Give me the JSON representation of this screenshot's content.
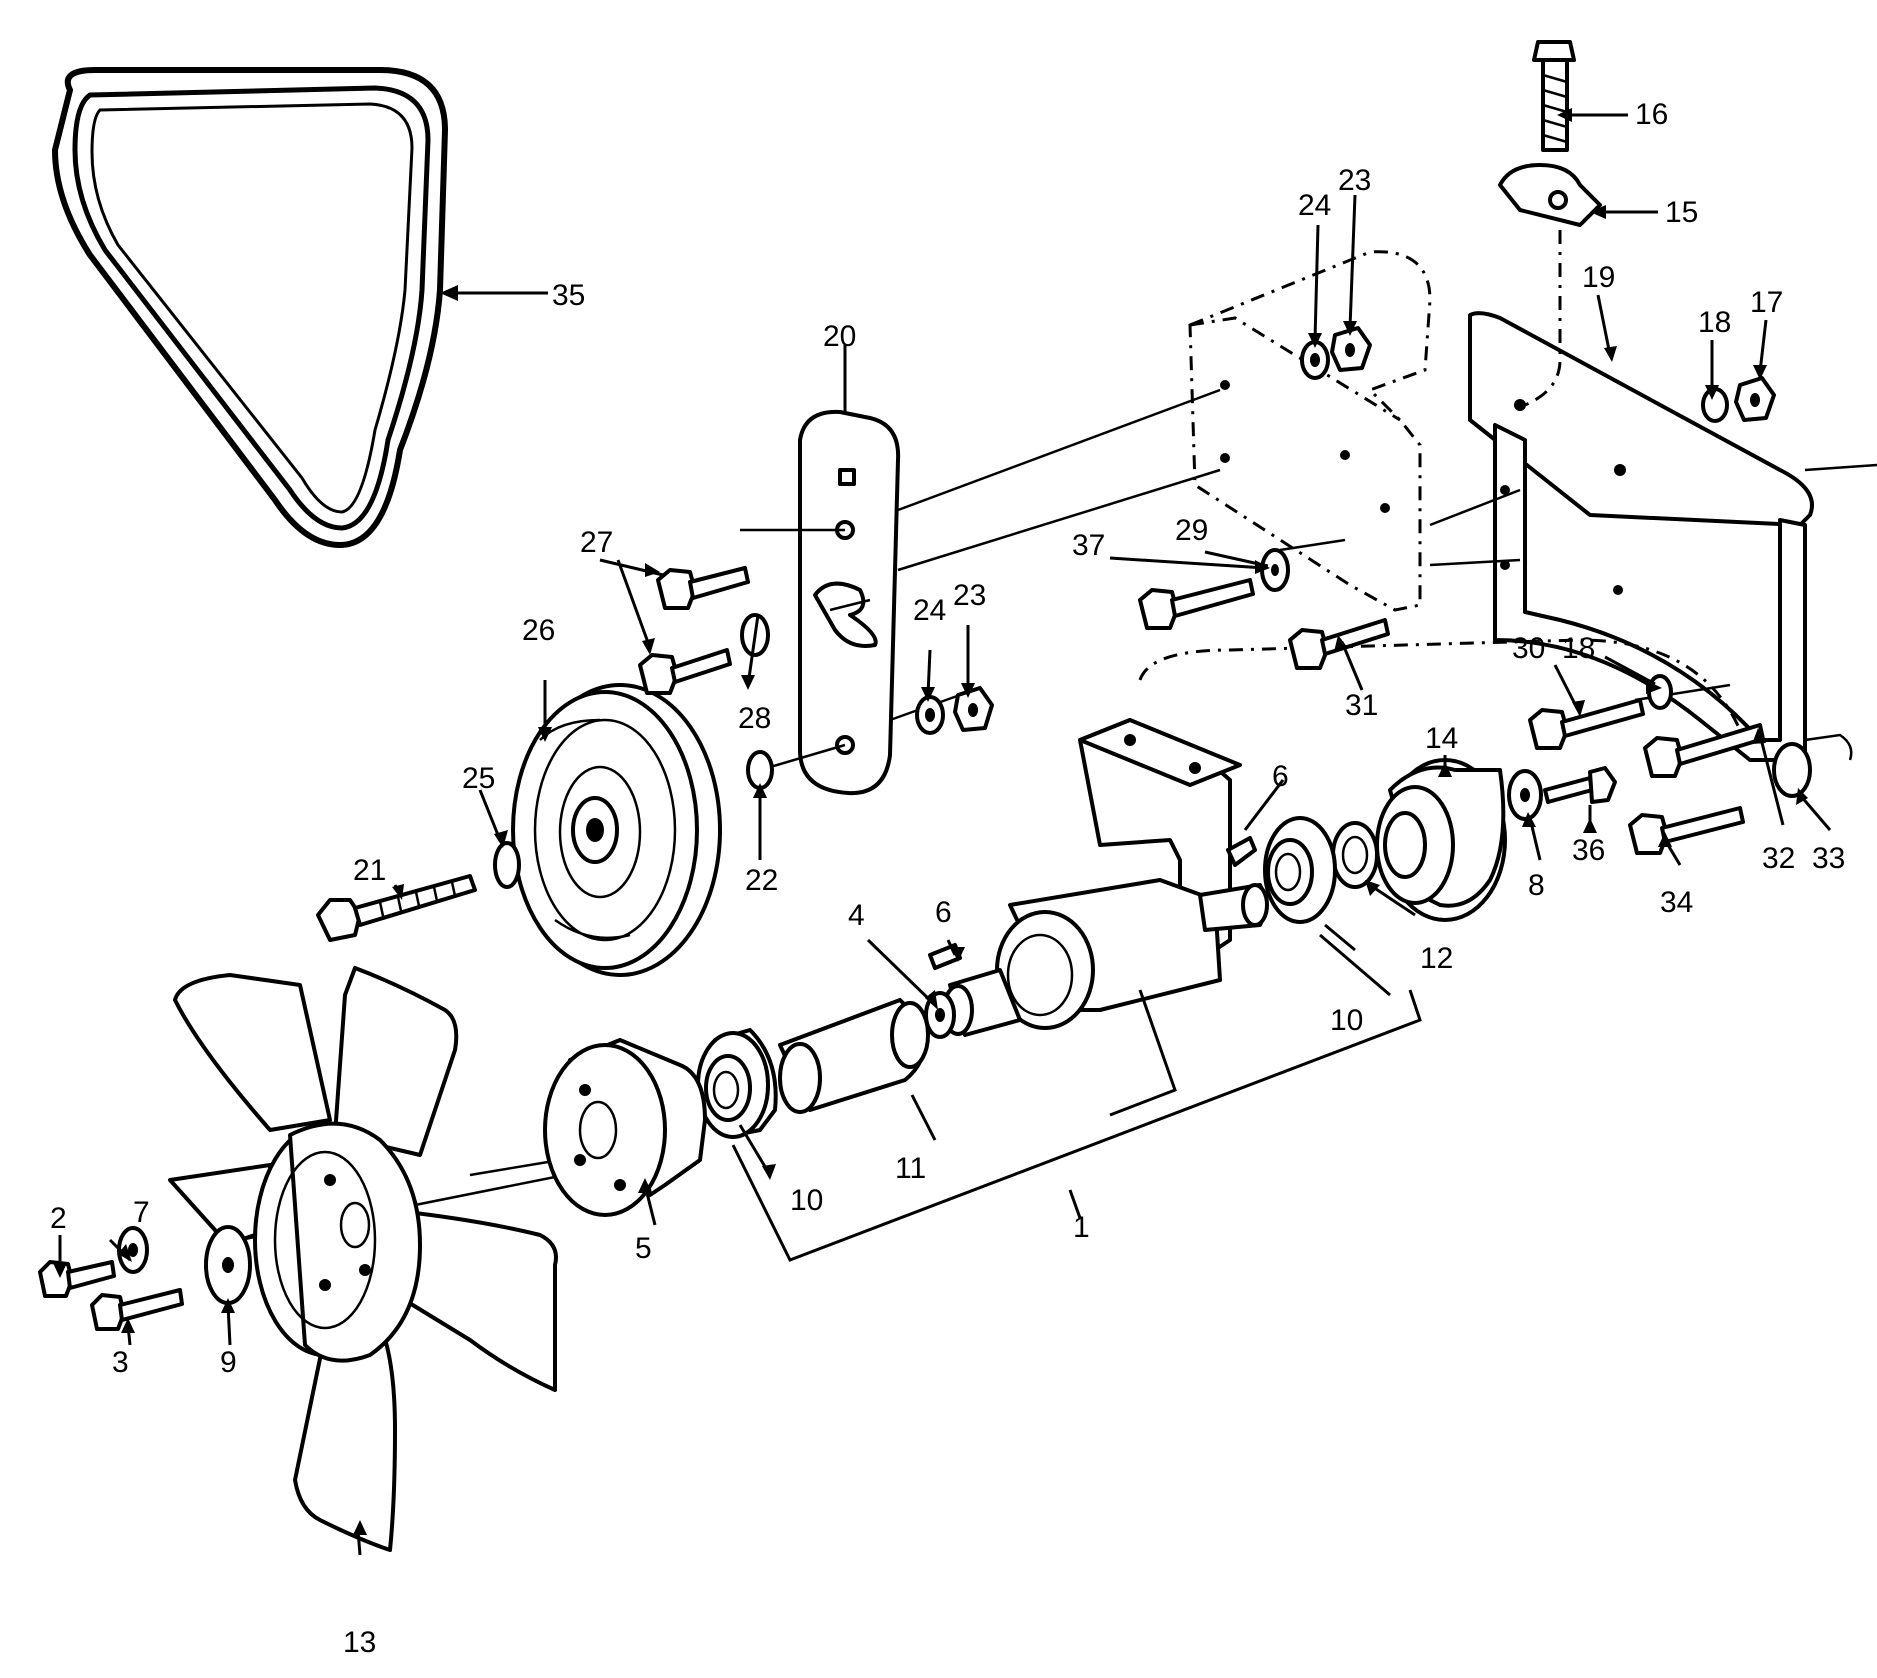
{
  "diagram": {
    "callouts": [
      {
        "id": "c1",
        "text": "1"
      },
      {
        "id": "c2",
        "text": "2"
      },
      {
        "id": "c3",
        "text": "3"
      },
      {
        "id": "c4",
        "text": "4"
      },
      {
        "id": "c5",
        "text": "5"
      },
      {
        "id": "c6a",
        "text": "6"
      },
      {
        "id": "c6b",
        "text": "6"
      },
      {
        "id": "c7",
        "text": "7"
      },
      {
        "id": "c8",
        "text": "8"
      },
      {
        "id": "c9",
        "text": "9"
      },
      {
        "id": "c10a",
        "text": "10"
      },
      {
        "id": "c10b",
        "text": "10"
      },
      {
        "id": "c11",
        "text": "11"
      },
      {
        "id": "c12",
        "text": "12"
      },
      {
        "id": "c13",
        "text": "13"
      },
      {
        "id": "c14",
        "text": "14"
      },
      {
        "id": "c15",
        "text": "15"
      },
      {
        "id": "c16",
        "text": "16"
      },
      {
        "id": "c17",
        "text": "17"
      },
      {
        "id": "c18a",
        "text": "18"
      },
      {
        "id": "c18b",
        "text": "18"
      },
      {
        "id": "c19",
        "text": "19"
      },
      {
        "id": "c20",
        "text": "20"
      },
      {
        "id": "c21",
        "text": "21"
      },
      {
        "id": "c22",
        "text": "22"
      },
      {
        "id": "c23a",
        "text": "23"
      },
      {
        "id": "c23b",
        "text": "23"
      },
      {
        "id": "c24a",
        "text": "24"
      },
      {
        "id": "c24b",
        "text": "24"
      },
      {
        "id": "c25",
        "text": "25"
      },
      {
        "id": "c26",
        "text": "26"
      },
      {
        "id": "c27",
        "text": "27"
      },
      {
        "id": "c28",
        "text": "28"
      },
      {
        "id": "c29",
        "text": "29"
      },
      {
        "id": "c30",
        "text": "30"
      },
      {
        "id": "c31",
        "text": "31"
      },
      {
        "id": "c32",
        "text": "32"
      },
      {
        "id": "c33",
        "text": "33"
      },
      {
        "id": "c34",
        "text": "34"
      },
      {
        "id": "c35",
        "text": "35"
      },
      {
        "id": "c36",
        "text": "36"
      },
      {
        "id": "c37",
        "text": "37"
      }
    ]
  }
}
